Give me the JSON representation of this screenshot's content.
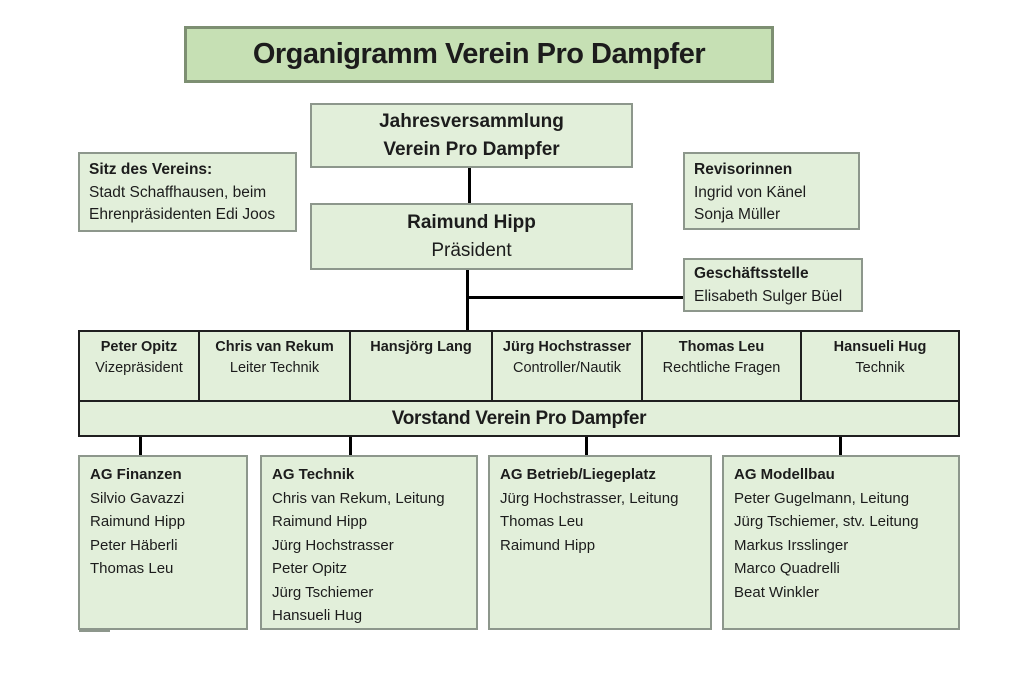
{
  "title": "Organigramm Verein Pro Dampfer",
  "colors": {
    "title_fill": "#c6e0b4",
    "title_border": "#7d8f72",
    "box_fill": "#e2efda",
    "box_border": "#8d978c",
    "table_border": "#1f1f1f",
    "connector": "#000000",
    "background": "#ffffff"
  },
  "assembly": {
    "line1": "Jahresversammlung",
    "line2": "Verein Pro Dampfer"
  },
  "seat": {
    "title": "Sitz des Vereins:",
    "line1": "Stadt Schaffhausen, beim",
    "line2": "Ehrenpräsidenten Edi Joos"
  },
  "auditors": {
    "title": "Revisorinnen",
    "members": [
      "Ingrid von Känel",
      "Sonja Müller"
    ]
  },
  "president": {
    "name": "Raimund Hipp",
    "role": "Präsident"
  },
  "office": {
    "title": "Geschäftsstelle",
    "member": "Elisabeth Sulger Büel"
  },
  "board": {
    "label": "Vorstand Verein Pro Dampfer",
    "members": [
      {
        "name": "Peter Opitz",
        "role": "Vizepräsident"
      },
      {
        "name": "Chris van Rekum",
        "role": "Leiter Technik"
      },
      {
        "name": "Hansjörg Lang",
        "role": ""
      },
      {
        "name": "Jürg Hochstrasser",
        "role": "Controller/Nautik"
      },
      {
        "name": "Thomas Leu",
        "role": "Rechtliche Fragen"
      },
      {
        "name": "Hansueli Hug",
        "role": "Technik"
      }
    ]
  },
  "workgroups": [
    {
      "title": "AG Finanzen",
      "members": [
        "Silvio Gavazzi",
        "Raimund Hipp",
        "Peter Häberli",
        "Thomas Leu"
      ]
    },
    {
      "title": "AG Technik",
      "members": [
        "Chris van Rekum, Leitung",
        "Raimund Hipp",
        "Jürg Hochstrasser",
        "Peter Opitz",
        "Jürg Tschiemer",
        "Hansueli Hug"
      ]
    },
    {
      "title": "AG Betrieb/Liegeplatz",
      "members": [
        "Jürg Hochstrasser, Leitung",
        "Thomas Leu",
        "Raimund Hipp"
      ]
    },
    {
      "title": "AG Modellbau",
      "members": [
        "Peter Gugelmann, Leitung",
        "Jürg Tschiemer, stv. Leitung",
        "Markus Irsslinger",
        "Marco Quadrelli",
        "Beat Winkler"
      ]
    }
  ]
}
